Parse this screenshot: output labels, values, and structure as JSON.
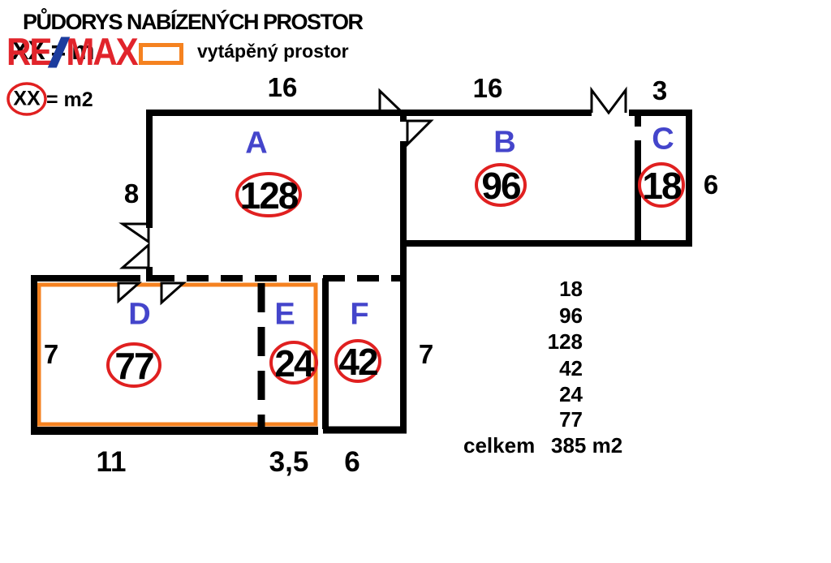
{
  "page": {
    "title": "PŮDORYS NABÍZENÝCH PROSTOR"
  },
  "logo": {
    "re": "RE",
    "max": "MAX",
    "behind_text": "XX = m"
  },
  "legend": {
    "heated_label": "vytápěný prostor",
    "area_key": "XX",
    "area_key_suffix": "= m2"
  },
  "rooms": [
    {
      "letter": "A",
      "area": "128"
    },
    {
      "letter": "B",
      "area": "96"
    },
    {
      "letter": "C",
      "area": "18"
    },
    {
      "letter": "D",
      "area": "77"
    },
    {
      "letter": "E",
      "area": "24"
    },
    {
      "letter": "F",
      "area": "42"
    }
  ],
  "dimensions": {
    "a_top": "16",
    "b_top": "16",
    "c_top": "3",
    "a_left": "8",
    "c_right": "6",
    "d_left": "7",
    "f_right": "7",
    "d_bottom": "11",
    "e_bottom": "3,5",
    "f_bottom": "6"
  },
  "summary": {
    "values": [
      "18",
      "96",
      "128",
      "42",
      "24",
      "77"
    ],
    "total_label": "celkem",
    "total_value": "385 m2"
  },
  "colors": {
    "wall": "#000000",
    "room_letter_blue": "#4445CB",
    "circle_red": "#E02020",
    "logo_red": "#E1242B",
    "logo_blue": "#1C3C9E",
    "heated_orange": "#F58220"
  }
}
